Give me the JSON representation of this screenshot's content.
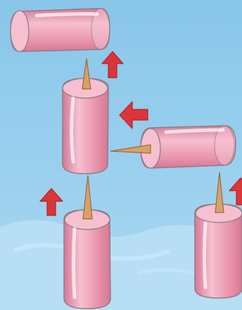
{
  "scene": {
    "colors": {
      "sky_top": "#89c6ea",
      "sky_bottom": "#a9d8f1",
      "ground_light": "#d6efff",
      "ground_mid": "#b9dff4",
      "cylinder_light": "#f6c0d0",
      "cylinder_mid": "#e995ad",
      "cylinder_dark": "#d67794",
      "cylinder_outline": "#8e7e86",
      "stick": "#d8a06a",
      "stick_dark": "#9b6b3b",
      "arrow": "#d9363a",
      "arrow_dark": "#b52226"
    },
    "icons": [
      "marshmallow-cylinder",
      "toothpick",
      "red-arrow"
    ]
  }
}
